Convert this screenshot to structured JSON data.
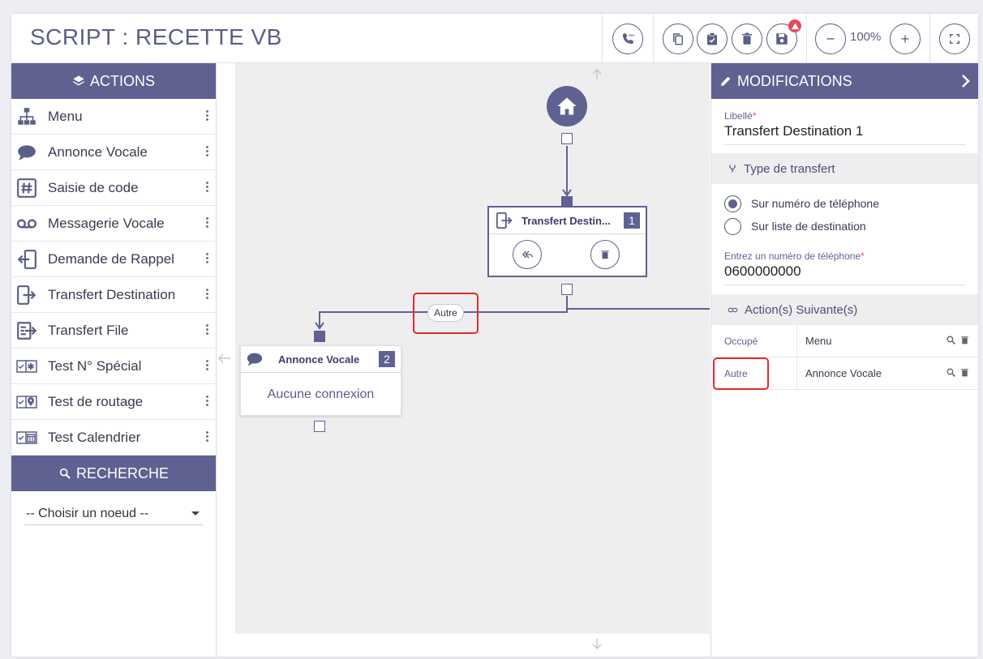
{
  "header": {
    "title": "SCRIPT : RECETTE VB",
    "zoom": "100%"
  },
  "sidebar": {
    "actions_title": "ACTIONS",
    "items": [
      {
        "label": "Menu",
        "icon": "sitemap-icon"
      },
      {
        "label": "Annonce Vocale",
        "icon": "speech-bubble-icon"
      },
      {
        "label": "Saisie de code",
        "icon": "hash-icon"
      },
      {
        "label": "Messagerie Vocale",
        "icon": "voicemail-icon"
      },
      {
        "label": "Demande de Rappel",
        "icon": "callback-icon"
      },
      {
        "label": "Transfert Destination",
        "icon": "transfer-icon"
      },
      {
        "label": "Transfert File",
        "icon": "transfer-file-icon"
      },
      {
        "label": "Test N° Spécial",
        "icon": "test-special-icon"
      },
      {
        "label": "Test de routage",
        "icon": "test-routage-icon"
      },
      {
        "label": "Test Calendrier",
        "icon": "test-calendar-icon"
      }
    ],
    "search_title": "RECHERCHE",
    "select_value": "-- Choisir un noeud --"
  },
  "canvas": {
    "node1": {
      "title": "Transfert Destin...",
      "num": "1"
    },
    "node2": {
      "title": "Annonce Vocale",
      "num": "2",
      "body": "Aucune connexion"
    },
    "link_label": "Autre"
  },
  "panel": {
    "title": "MODIFICATIONS",
    "libelle_label": "Libellé",
    "libelle_value": "Transfert Destination 1",
    "type_section": "Type de transfert",
    "radio1": "Sur numéro de téléphone",
    "radio2": "Sur liste de destination",
    "phone_label": "Entrez un numéro de téléphone",
    "phone_value": "0600000000",
    "next_section": "Action(s) Suivante(s)",
    "rows": [
      {
        "key": "Occupé",
        "value": "Menu"
      },
      {
        "key": "Autre",
        "value": "Annonce Vocale"
      }
    ]
  },
  "colors": {
    "accent": "#5f6190",
    "highlight": "#e32a2a",
    "badge": "#e8485a"
  }
}
